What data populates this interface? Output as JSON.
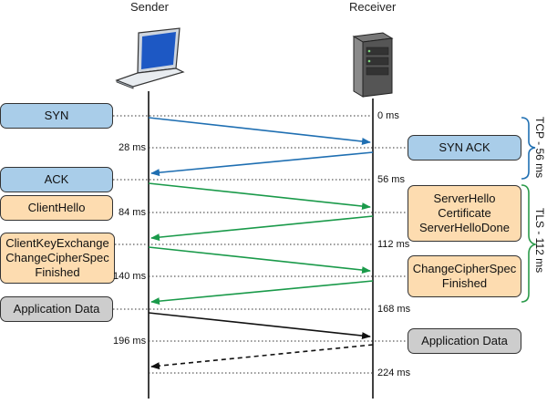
{
  "headers": {
    "sender": "Sender",
    "receiver": "Receiver"
  },
  "icons": {
    "sender_device": "laptop-icon",
    "receiver_device": "server-icon"
  },
  "colors": {
    "tcp_arrow": "#1f6fb2",
    "tls_arrow": "#1a9a4a",
    "data_arrow": "#111111",
    "brace": "#1f6fb2",
    "tls_brace": "#2a9a4a"
  },
  "sender_boxes": {
    "syn": [
      "SYN"
    ],
    "ack": [
      "ACK"
    ],
    "client_hello": [
      "ClientHello"
    ],
    "client_key_exchange": [
      "ClientKeyExchange",
      "ChangeCipherSpec",
      "Finished"
    ],
    "application_data": [
      "Application Data"
    ]
  },
  "receiver_boxes": {
    "syn_ack": [
      "SYN ACK"
    ],
    "server_hello": [
      "ServerHello",
      "Certificate",
      "ServerHelloDone"
    ],
    "change_cipher_spec": [
      "ChangeCipherSpec",
      "Finished"
    ],
    "application_data": [
      "Application Data"
    ]
  },
  "time_labels": {
    "t0": "0 ms",
    "t28": "28 ms",
    "t56": "56 ms",
    "t84": "84 ms",
    "t112": "112 ms",
    "t140": "140 ms",
    "t168": "168 ms",
    "t196": "196 ms",
    "t224": "224 ms"
  },
  "phases": {
    "tcp": "TCP - 56 ms",
    "tls": "TLS - 112 ms"
  }
}
